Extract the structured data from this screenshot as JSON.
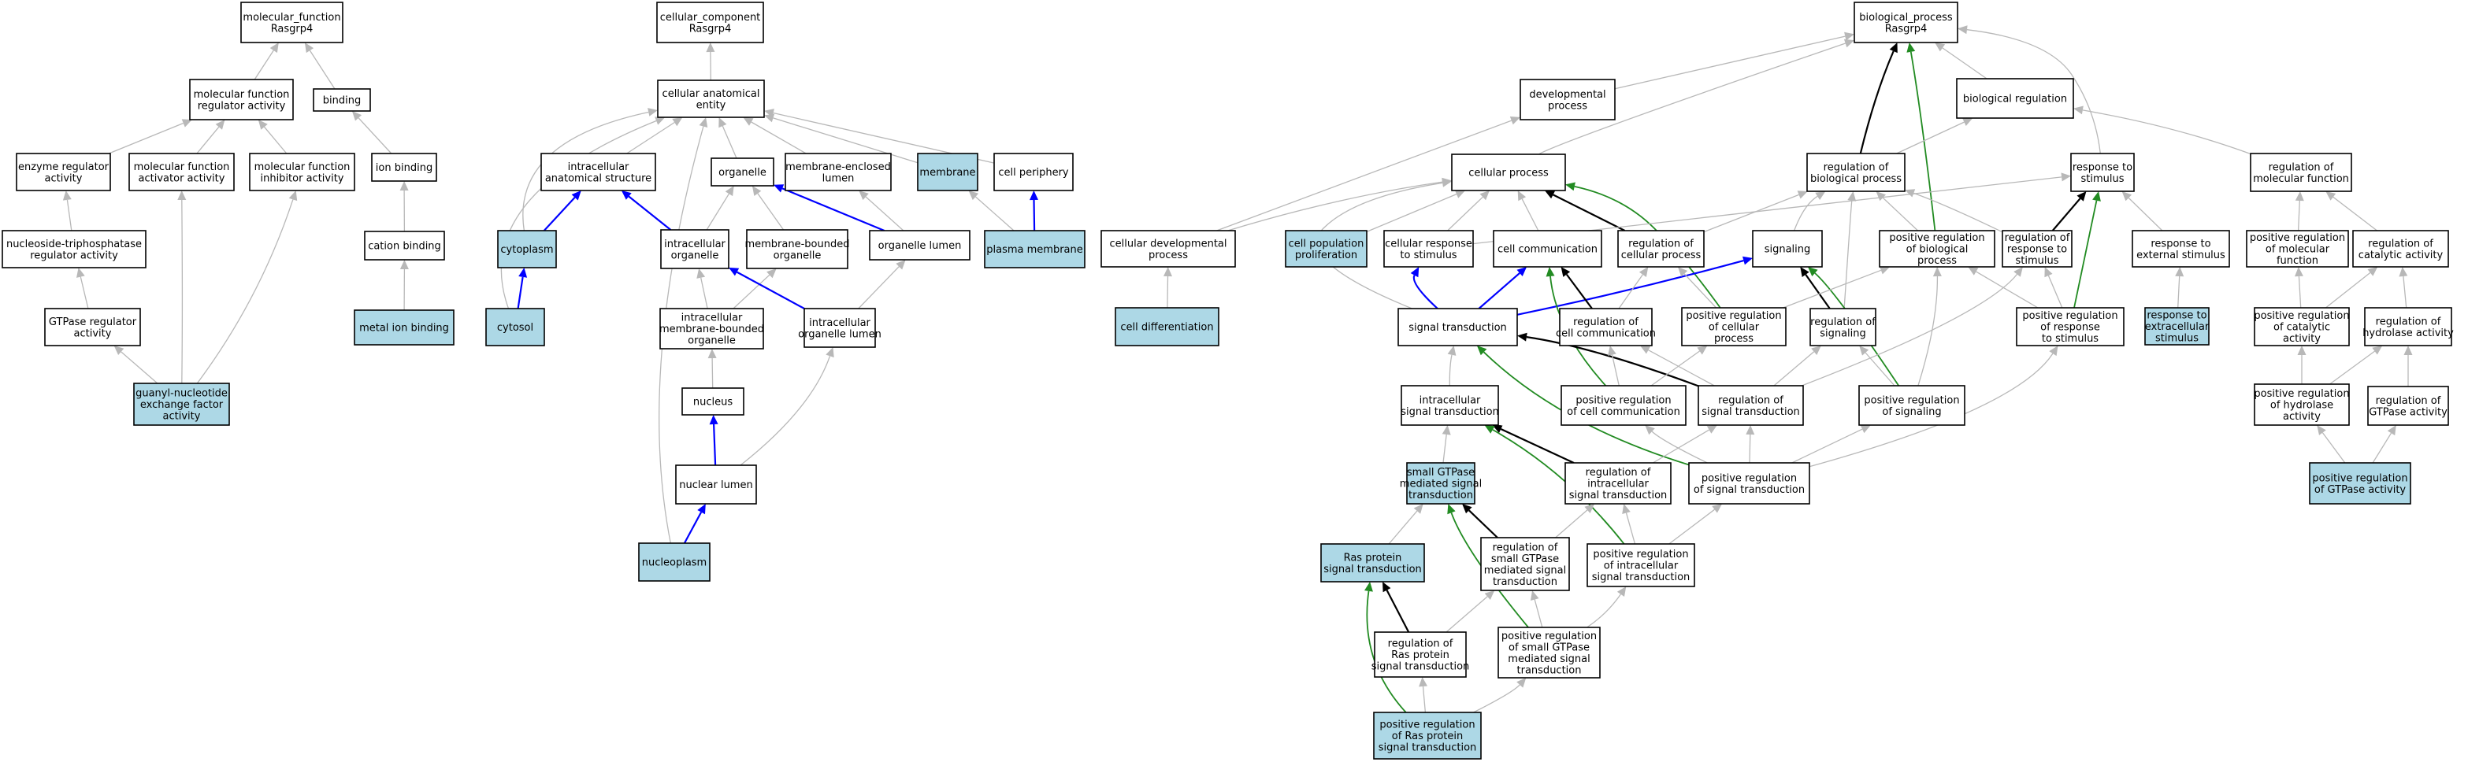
{
  "colors": {
    "plain": "#ffffff",
    "annotated": "#add8e6",
    "is_a": "#b8b8b8",
    "part_of": "#0000ff",
    "regulates": "#000000",
    "positively_regulates": "#228b22"
  },
  "nodes": [
    {
      "id": "mf_root",
      "lines": [
        "molecular_function",
        "Rasgrp4"
      ],
      "hl": false
    },
    {
      "id": "mf_reg",
      "lines": [
        "molecular function",
        "regulator activity"
      ],
      "hl": false
    },
    {
      "id": "binding",
      "lines": [
        "binding"
      ],
      "hl": false
    },
    {
      "id": "enz_reg",
      "lines": [
        "enzyme regulator",
        "activity"
      ],
      "hl": false
    },
    {
      "id": "mf_act",
      "lines": [
        "molecular function",
        "activator activity"
      ],
      "hl": false
    },
    {
      "id": "mf_inh",
      "lines": [
        "molecular function",
        "inhibitor activity"
      ],
      "hl": false
    },
    {
      "id": "ion_binding",
      "lines": [
        "ion binding"
      ],
      "hl": false
    },
    {
      "id": "ntp_reg",
      "lines": [
        "nucleoside-triphosphatase",
        "regulator activity"
      ],
      "hl": false
    },
    {
      "id": "cation_binding",
      "lines": [
        "cation binding"
      ],
      "hl": false
    },
    {
      "id": "gtpase_reg",
      "lines": [
        "GTPase regulator",
        "activity"
      ],
      "hl": false
    },
    {
      "id": "metal_ion",
      "lines": [
        "metal ion binding"
      ],
      "hl": true
    },
    {
      "id": "gef",
      "lines": [
        "guanyl-nucleotide",
        "exchange factor",
        "activity"
      ],
      "hl": true
    },
    {
      "id": "cc_root",
      "lines": [
        "cellular_component",
        "Rasgrp4"
      ],
      "hl": false
    },
    {
      "id": "cae",
      "lines": [
        "cellular anatomical",
        "entity"
      ],
      "hl": false
    },
    {
      "id": "ias",
      "lines": [
        "intracellular",
        "anatomical structure"
      ],
      "hl": false
    },
    {
      "id": "organelle",
      "lines": [
        "organelle"
      ],
      "hl": false
    },
    {
      "id": "mel",
      "lines": [
        "membrane-enclosed",
        "lumen"
      ],
      "hl": false
    },
    {
      "id": "membrane",
      "lines": [
        "membrane"
      ],
      "hl": true
    },
    {
      "id": "periphery",
      "lines": [
        "cell periphery"
      ],
      "hl": false
    },
    {
      "id": "cytoplasm",
      "lines": [
        "cytoplasm"
      ],
      "hl": true
    },
    {
      "id": "io",
      "lines": [
        "intracellular",
        "organelle"
      ],
      "hl": false
    },
    {
      "id": "mbo",
      "lines": [
        "membrane-bounded",
        "organelle"
      ],
      "hl": false
    },
    {
      "id": "ol",
      "lines": [
        "organelle lumen"
      ],
      "hl": false
    },
    {
      "id": "pm",
      "lines": [
        "plasma membrane"
      ],
      "hl": true
    },
    {
      "id": "imbo",
      "lines": [
        "intracellular",
        "membrane-bounded",
        "organelle"
      ],
      "hl": false
    },
    {
      "id": "iol",
      "lines": [
        "intracellular",
        "organelle lumen"
      ],
      "hl": false
    },
    {
      "id": "cytosol",
      "lines": [
        "cytosol"
      ],
      "hl": true
    },
    {
      "id": "nucleus",
      "lines": [
        "nucleus"
      ],
      "hl": false
    },
    {
      "id": "nl",
      "lines": [
        "nuclear lumen"
      ],
      "hl": false
    },
    {
      "id": "np",
      "lines": [
        "nucleoplasm"
      ],
      "hl": true
    },
    {
      "id": "bp_root",
      "lines": [
        "biological_process",
        "Rasgrp4"
      ],
      "hl": false
    },
    {
      "id": "dev",
      "lines": [
        "developmental",
        "process"
      ],
      "hl": false
    },
    {
      "id": "bio_reg",
      "lines": [
        "biological regulation"
      ],
      "hl": false
    },
    {
      "id": "cell_proc",
      "lines": [
        "cellular process"
      ],
      "hl": false
    },
    {
      "id": "rbp",
      "lines": [
        "regulation of",
        "biological process"
      ],
      "hl": false
    },
    {
      "id": "resp",
      "lines": [
        "response to",
        "stimulus"
      ],
      "hl": false
    },
    {
      "id": "rmf",
      "lines": [
        "regulation of",
        "molecular function"
      ],
      "hl": false
    },
    {
      "id": "cdp",
      "lines": [
        "cellular developmental",
        "process"
      ],
      "hl": false
    },
    {
      "id": "cpp",
      "lines": [
        "cell population",
        "proliferation"
      ],
      "hl": true
    },
    {
      "id": "crs",
      "lines": [
        "cellular response",
        "to stimulus"
      ],
      "hl": false
    },
    {
      "id": "cc",
      "lines": [
        "cell communication"
      ],
      "hl": false
    },
    {
      "id": "rcp",
      "lines": [
        "regulation of",
        "cellular process"
      ],
      "hl": false
    },
    {
      "id": "signaling",
      "lines": [
        "signaling"
      ],
      "hl": false
    },
    {
      "id": "prbp",
      "lines": [
        "positive regulation",
        "of biological",
        "process"
      ],
      "hl": false
    },
    {
      "id": "rrs",
      "lines": [
        "regulation of",
        "response to",
        "stimulus"
      ],
      "hl": false
    },
    {
      "id": "res",
      "lines": [
        "response to",
        "external stimulus"
      ],
      "hl": false
    },
    {
      "id": "prmf",
      "lines": [
        "positive regulation",
        "of molecular",
        "function"
      ],
      "hl": false
    },
    {
      "id": "rca",
      "lines": [
        "regulation of",
        "catalytic activity"
      ],
      "hl": false
    },
    {
      "id": "cd",
      "lines": [
        "cell differentiation"
      ],
      "hl": true
    },
    {
      "id": "st",
      "lines": [
        "signal transduction"
      ],
      "hl": false
    },
    {
      "id": "rcc",
      "lines": [
        "regulation of",
        "cell communication"
      ],
      "hl": false
    },
    {
      "id": "prcp",
      "lines": [
        "positive regulation",
        "of cellular",
        "process"
      ],
      "hl": false
    },
    {
      "id": "rsig",
      "lines": [
        "regulation of",
        "signaling"
      ],
      "hl": false
    },
    {
      "id": "prrs",
      "lines": [
        "positive regulation",
        "of response",
        "to stimulus"
      ],
      "hl": false
    },
    {
      "id": "rtes",
      "lines": [
        "response to",
        "extracellular",
        "stimulus"
      ],
      "hl": true
    },
    {
      "id": "prca",
      "lines": [
        "positive regulation",
        "of catalytic",
        "activity"
      ],
      "hl": false
    },
    {
      "id": "rha",
      "lines": [
        "regulation of",
        "hydrolase activity"
      ],
      "hl": false
    },
    {
      "id": "ist",
      "lines": [
        "intracellular",
        "signal transduction"
      ],
      "hl": false
    },
    {
      "id": "prcc",
      "lines": [
        "positive regulation",
        "of cell communication"
      ],
      "hl": false
    },
    {
      "id": "rst",
      "lines": [
        "regulation of",
        "signal transduction"
      ],
      "hl": false
    },
    {
      "id": "prsig",
      "lines": [
        "positive regulation",
        "of signaling"
      ],
      "hl": false
    },
    {
      "id": "prha",
      "lines": [
        "positive regulation",
        "of hydrolase",
        "activity"
      ],
      "hl": false
    },
    {
      "id": "rga",
      "lines": [
        "regulation of",
        "GTPase activity"
      ],
      "hl": false
    },
    {
      "id": "sgst",
      "lines": [
        "small GTPase",
        "mediated signal",
        "transduction"
      ],
      "hl": true
    },
    {
      "id": "rist",
      "lines": [
        "regulation of",
        "intracellular",
        "signal transduction"
      ],
      "hl": false
    },
    {
      "id": "prst",
      "lines": [
        "positive regulation",
        "of signal transduction"
      ],
      "hl": false
    },
    {
      "id": "prga",
      "lines": [
        "positive regulation",
        "of GTPase activity"
      ],
      "hl": true
    },
    {
      "id": "ras",
      "lines": [
        "Ras protein",
        "signal transduction"
      ],
      "hl": true
    },
    {
      "id": "rsg",
      "lines": [
        "regulation of",
        "small GTPase",
        "mediated signal",
        "transduction"
      ],
      "hl": false
    },
    {
      "id": "prist",
      "lines": [
        "positive regulation",
        "of intracellular",
        "signal transduction"
      ],
      "hl": false
    },
    {
      "id": "rras",
      "lines": [
        "regulation of",
        "Ras protein",
        "signal transduction"
      ],
      "hl": false
    },
    {
      "id": "prsg",
      "lines": [
        "positive regulation",
        "of small GTPase",
        "mediated signal",
        "transduction"
      ],
      "hl": false
    },
    {
      "id": "prras",
      "lines": [
        "positive regulation",
        "of Ras protein",
        "signal transduction"
      ],
      "hl": true
    }
  ],
  "edges": [
    {
      "from": "mf_reg",
      "to": "mf_root",
      "type": "is_a"
    },
    {
      "from": "binding",
      "to": "mf_root",
      "type": "is_a"
    },
    {
      "from": "enz_reg",
      "to": "mf_reg",
      "type": "is_a"
    },
    {
      "from": "mf_act",
      "to": "mf_reg",
      "type": "is_a"
    },
    {
      "from": "mf_inh",
      "to": "mf_reg",
      "type": "is_a"
    },
    {
      "from": "ion_binding",
      "to": "binding",
      "type": "is_a"
    },
    {
      "from": "ntp_reg",
      "to": "enz_reg",
      "type": "is_a"
    },
    {
      "from": "cation_binding",
      "to": "ion_binding",
      "type": "is_a"
    },
    {
      "from": "gtpase_reg",
      "to": "ntp_reg",
      "type": "is_a"
    },
    {
      "from": "metal_ion",
      "to": "cation_binding",
      "type": "is_a"
    },
    {
      "from": "gef",
      "to": "gtpase_reg",
      "type": "is_a"
    },
    {
      "from": "gef",
      "to": "mf_act",
      "type": "is_a"
    },
    {
      "from": "gef",
      "to": "mf_inh",
      "type": "is_a"
    },
    {
      "from": "cae",
      "to": "cc_root",
      "type": "is_a"
    },
    {
      "from": "ias",
      "to": "cae",
      "type": "is_a"
    },
    {
      "from": "organelle",
      "to": "cae",
      "type": "is_a"
    },
    {
      "from": "mel",
      "to": "cae",
      "type": "is_a"
    },
    {
      "from": "membrane",
      "to": "cae",
      "type": "is_a"
    },
    {
      "from": "periphery",
      "to": "cae",
      "type": "is_a"
    },
    {
      "from": "cytoplasm",
      "to": "cae",
      "type": "is_a"
    },
    {
      "from": "cytosol",
      "to": "cae",
      "type": "is_a"
    },
    {
      "from": "np",
      "to": "cae",
      "type": "is_a"
    },
    {
      "from": "cytoplasm",
      "to": "ias",
      "type": "part_of"
    },
    {
      "from": "io",
      "to": "ias",
      "type": "part_of"
    },
    {
      "from": "io",
      "to": "organelle",
      "type": "is_a"
    },
    {
      "from": "mbo",
      "to": "organelle",
      "type": "is_a"
    },
    {
      "from": "ol",
      "to": "organelle",
      "type": "part_of"
    },
    {
      "from": "ol",
      "to": "mel",
      "type": "is_a"
    },
    {
      "from": "pm",
      "to": "membrane",
      "type": "is_a"
    },
    {
      "from": "pm",
      "to": "periphery",
      "type": "part_of"
    },
    {
      "from": "cytosol",
      "to": "cytoplasm",
      "type": "part_of"
    },
    {
      "from": "imbo",
      "to": "io",
      "type": "is_a"
    },
    {
      "from": "imbo",
      "to": "mbo",
      "type": "is_a"
    },
    {
      "from": "iol",
      "to": "io",
      "type": "part_of"
    },
    {
      "from": "iol",
      "to": "ol",
      "type": "is_a"
    },
    {
      "from": "nucleus",
      "to": "imbo",
      "type": "is_a"
    },
    {
      "from": "nl",
      "to": "nucleus",
      "type": "part_of"
    },
    {
      "from": "nl",
      "to": "iol",
      "type": "is_a"
    },
    {
      "from": "np",
      "to": "nl",
      "type": "part_of"
    },
    {
      "from": "dev",
      "to": "bp_root",
      "type": "is_a"
    },
    {
      "from": "bio_reg",
      "to": "bp_root",
      "type": "is_a"
    },
    {
      "from": "cell_proc",
      "to": "bp_root",
      "type": "is_a"
    },
    {
      "from": "rbp",
      "to": "bp_root",
      "type": "regulates"
    },
    {
      "from": "prbp",
      "to": "bp_root",
      "type": "positively_regulates"
    },
    {
      "from": "resp",
      "to": "bp_root",
      "type": "is_a"
    },
    {
      "from": "rbp",
      "to": "bio_reg",
      "type": "is_a"
    },
    {
      "from": "rmf",
      "to": "bio_reg",
      "type": "is_a"
    },
    {
      "from": "cdp",
      "to": "dev",
      "type": "is_a"
    },
    {
      "from": "cdp",
      "to": "cell_proc",
      "type": "is_a"
    },
    {
      "from": "cpp",
      "to": "cell_proc",
      "type": "is_a"
    },
    {
      "from": "crs",
      "to": "cell_proc",
      "type": "is_a"
    },
    {
      "from": "cc",
      "to": "cell_proc",
      "type": "is_a"
    },
    {
      "from": "rcp",
      "to": "cell_proc",
      "type": "regulates"
    },
    {
      "from": "prcp",
      "to": "cell_proc",
      "type": "positively_regulates"
    },
    {
      "from": "st",
      "to": "cell_proc",
      "type": "is_a"
    },
    {
      "from": "rcp",
      "to": "rbp",
      "type": "is_a"
    },
    {
      "from": "prbp",
      "to": "rbp",
      "type": "is_a"
    },
    {
      "from": "rrs",
      "to": "rbp",
      "type": "is_a"
    },
    {
      "from": "rsig",
      "to": "rbp",
      "type": "is_a"
    },
    {
      "from": "signaling",
      "to": "rbp",
      "type": "is_a"
    },
    {
      "from": "crs",
      "to": "resp",
      "type": "is_a"
    },
    {
      "from": "rrs",
      "to": "resp",
      "type": "regulates"
    },
    {
      "from": "prrs",
      "to": "resp",
      "type": "positively_regulates"
    },
    {
      "from": "res",
      "to": "resp",
      "type": "is_a"
    },
    {
      "from": "prmf",
      "to": "rmf",
      "type": "is_a"
    },
    {
      "from": "rca",
      "to": "rmf",
      "type": "is_a"
    },
    {
      "from": "cd",
      "to": "cdp",
      "type": "is_a"
    },
    {
      "from": "st",
      "to": "crs",
      "type": "part_of"
    },
    {
      "from": "st",
      "to": "cc",
      "type": "part_of"
    },
    {
      "from": "st",
      "to": "signaling",
      "type": "part_of"
    },
    {
      "from": "rcc",
      "to": "cc",
      "type": "regulates"
    },
    {
      "from": "prcc",
      "to": "cc",
      "type": "positively_regulates"
    },
    {
      "from": "rcc",
      "to": "rcp",
      "type": "is_a"
    },
    {
      "from": "prcp",
      "to": "rcp",
      "type": "is_a"
    },
    {
      "from": "rsig",
      "to": "signaling",
      "type": "regulates"
    },
    {
      "from": "prsig",
      "to": "signaling",
      "type": "positively_regulates"
    },
    {
      "from": "prcp",
      "to": "prbp",
      "type": "is_a"
    },
    {
      "from": "prrs",
      "to": "prbp",
      "type": "is_a"
    },
    {
      "from": "prsig",
      "to": "prbp",
      "type": "is_a"
    },
    {
      "from": "prrs",
      "to": "rrs",
      "type": "is_a"
    },
    {
      "from": "rst",
      "to": "rrs",
      "type": "is_a"
    },
    {
      "from": "rtes",
      "to": "res",
      "type": "is_a"
    },
    {
      "from": "prca",
      "to": "prmf",
      "type": "is_a"
    },
    {
      "from": "prca",
      "to": "rca",
      "type": "is_a"
    },
    {
      "from": "rha",
      "to": "rca",
      "type": "is_a"
    },
    {
      "from": "rst",
      "to": "st",
      "type": "regulates"
    },
    {
      "from": "prst",
      "to": "st",
      "type": "positively_regulates"
    },
    {
      "from": "ist",
      "to": "st",
      "type": "is_a"
    },
    {
      "from": "prcc",
      "to": "rcc",
      "type": "is_a"
    },
    {
      "from": "rst",
      "to": "rcc",
      "type": "is_a"
    },
    {
      "from": "prcc",
      "to": "prcp",
      "type": "is_a"
    },
    {
      "from": "rst",
      "to": "rsig",
      "type": "is_a"
    },
    {
      "from": "prsig",
      "to": "rsig",
      "type": "is_a"
    },
    {
      "from": "prst",
      "to": "prrs",
      "type": "is_a"
    },
    {
      "from": "prha",
      "to": "prca",
      "type": "is_a"
    },
    {
      "from": "prha",
      "to": "rha",
      "type": "is_a"
    },
    {
      "from": "rga",
      "to": "rha",
      "type": "is_a"
    },
    {
      "from": "sgst",
      "to": "ist",
      "type": "is_a"
    },
    {
      "from": "rist",
      "to": "ist",
      "type": "regulates"
    },
    {
      "from": "prist",
      "to": "ist",
      "type": "positively_regulates"
    },
    {
      "from": "prst",
      "to": "prcc",
      "type": "is_a"
    },
    {
      "from": "prst",
      "to": "rst",
      "type": "is_a"
    },
    {
      "from": "rist",
      "to": "rst",
      "type": "is_a"
    },
    {
      "from": "prst",
      "to": "prsig",
      "type": "is_a"
    },
    {
      "from": "prga",
      "to": "prha",
      "type": "is_a"
    },
    {
      "from": "prga",
      "to": "rga",
      "type": "is_a"
    },
    {
      "from": "ras",
      "to": "sgst",
      "type": "is_a"
    },
    {
      "from": "rsg",
      "to": "sgst",
      "type": "regulates"
    },
    {
      "from": "prsg",
      "to": "sgst",
      "type": "positively_regulates"
    },
    {
      "from": "rsg",
      "to": "rist",
      "type": "is_a"
    },
    {
      "from": "prist",
      "to": "rist",
      "type": "is_a"
    },
    {
      "from": "prist",
      "to": "prst",
      "type": "is_a"
    },
    {
      "from": "rras",
      "to": "ras",
      "type": "regulates"
    },
    {
      "from": "prras",
      "to": "ras",
      "type": "positively_regulates"
    },
    {
      "from": "rras",
      "to": "rsg",
      "type": "is_a"
    },
    {
      "from": "prsg",
      "to": "rsg",
      "type": "is_a"
    },
    {
      "from": "prsg",
      "to": "prist",
      "type": "is_a"
    },
    {
      "from": "prras",
      "to": "rras",
      "type": "is_a"
    },
    {
      "from": "prras",
      "to": "prsg",
      "type": "is_a"
    }
  ]
}
